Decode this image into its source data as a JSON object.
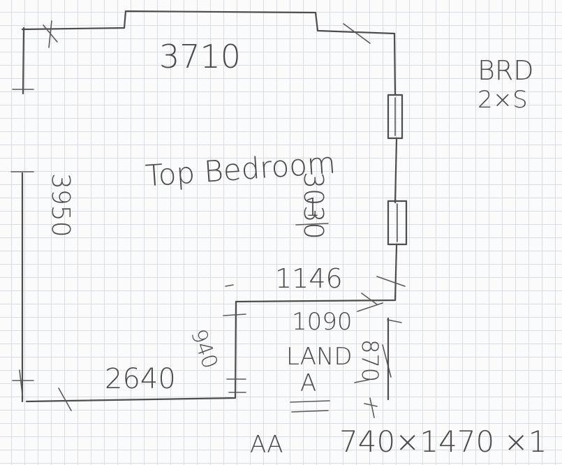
{
  "room": {
    "title": "Top Bedroom",
    "number": "1",
    "dim_top": "3710",
    "dim_left": "3950",
    "dim_right": "3030",
    "dim_inner_top": "1146",
    "dim_inner_diag": "940",
    "dim_bottom": "2640"
  },
  "landing": {
    "width": "1090",
    "label": "LAND",
    "letter": "A",
    "side": "870"
  },
  "notes": {
    "bottom_left": "AA",
    "bottom_right": "740×1470 ×1",
    "margin_line1": "BRD",
    "margin_line2": "2×S"
  },
  "colors": {
    "pencil": "#4d4d4d",
    "grid": "#d7dde6",
    "paper": "#fbfbfb"
  }
}
